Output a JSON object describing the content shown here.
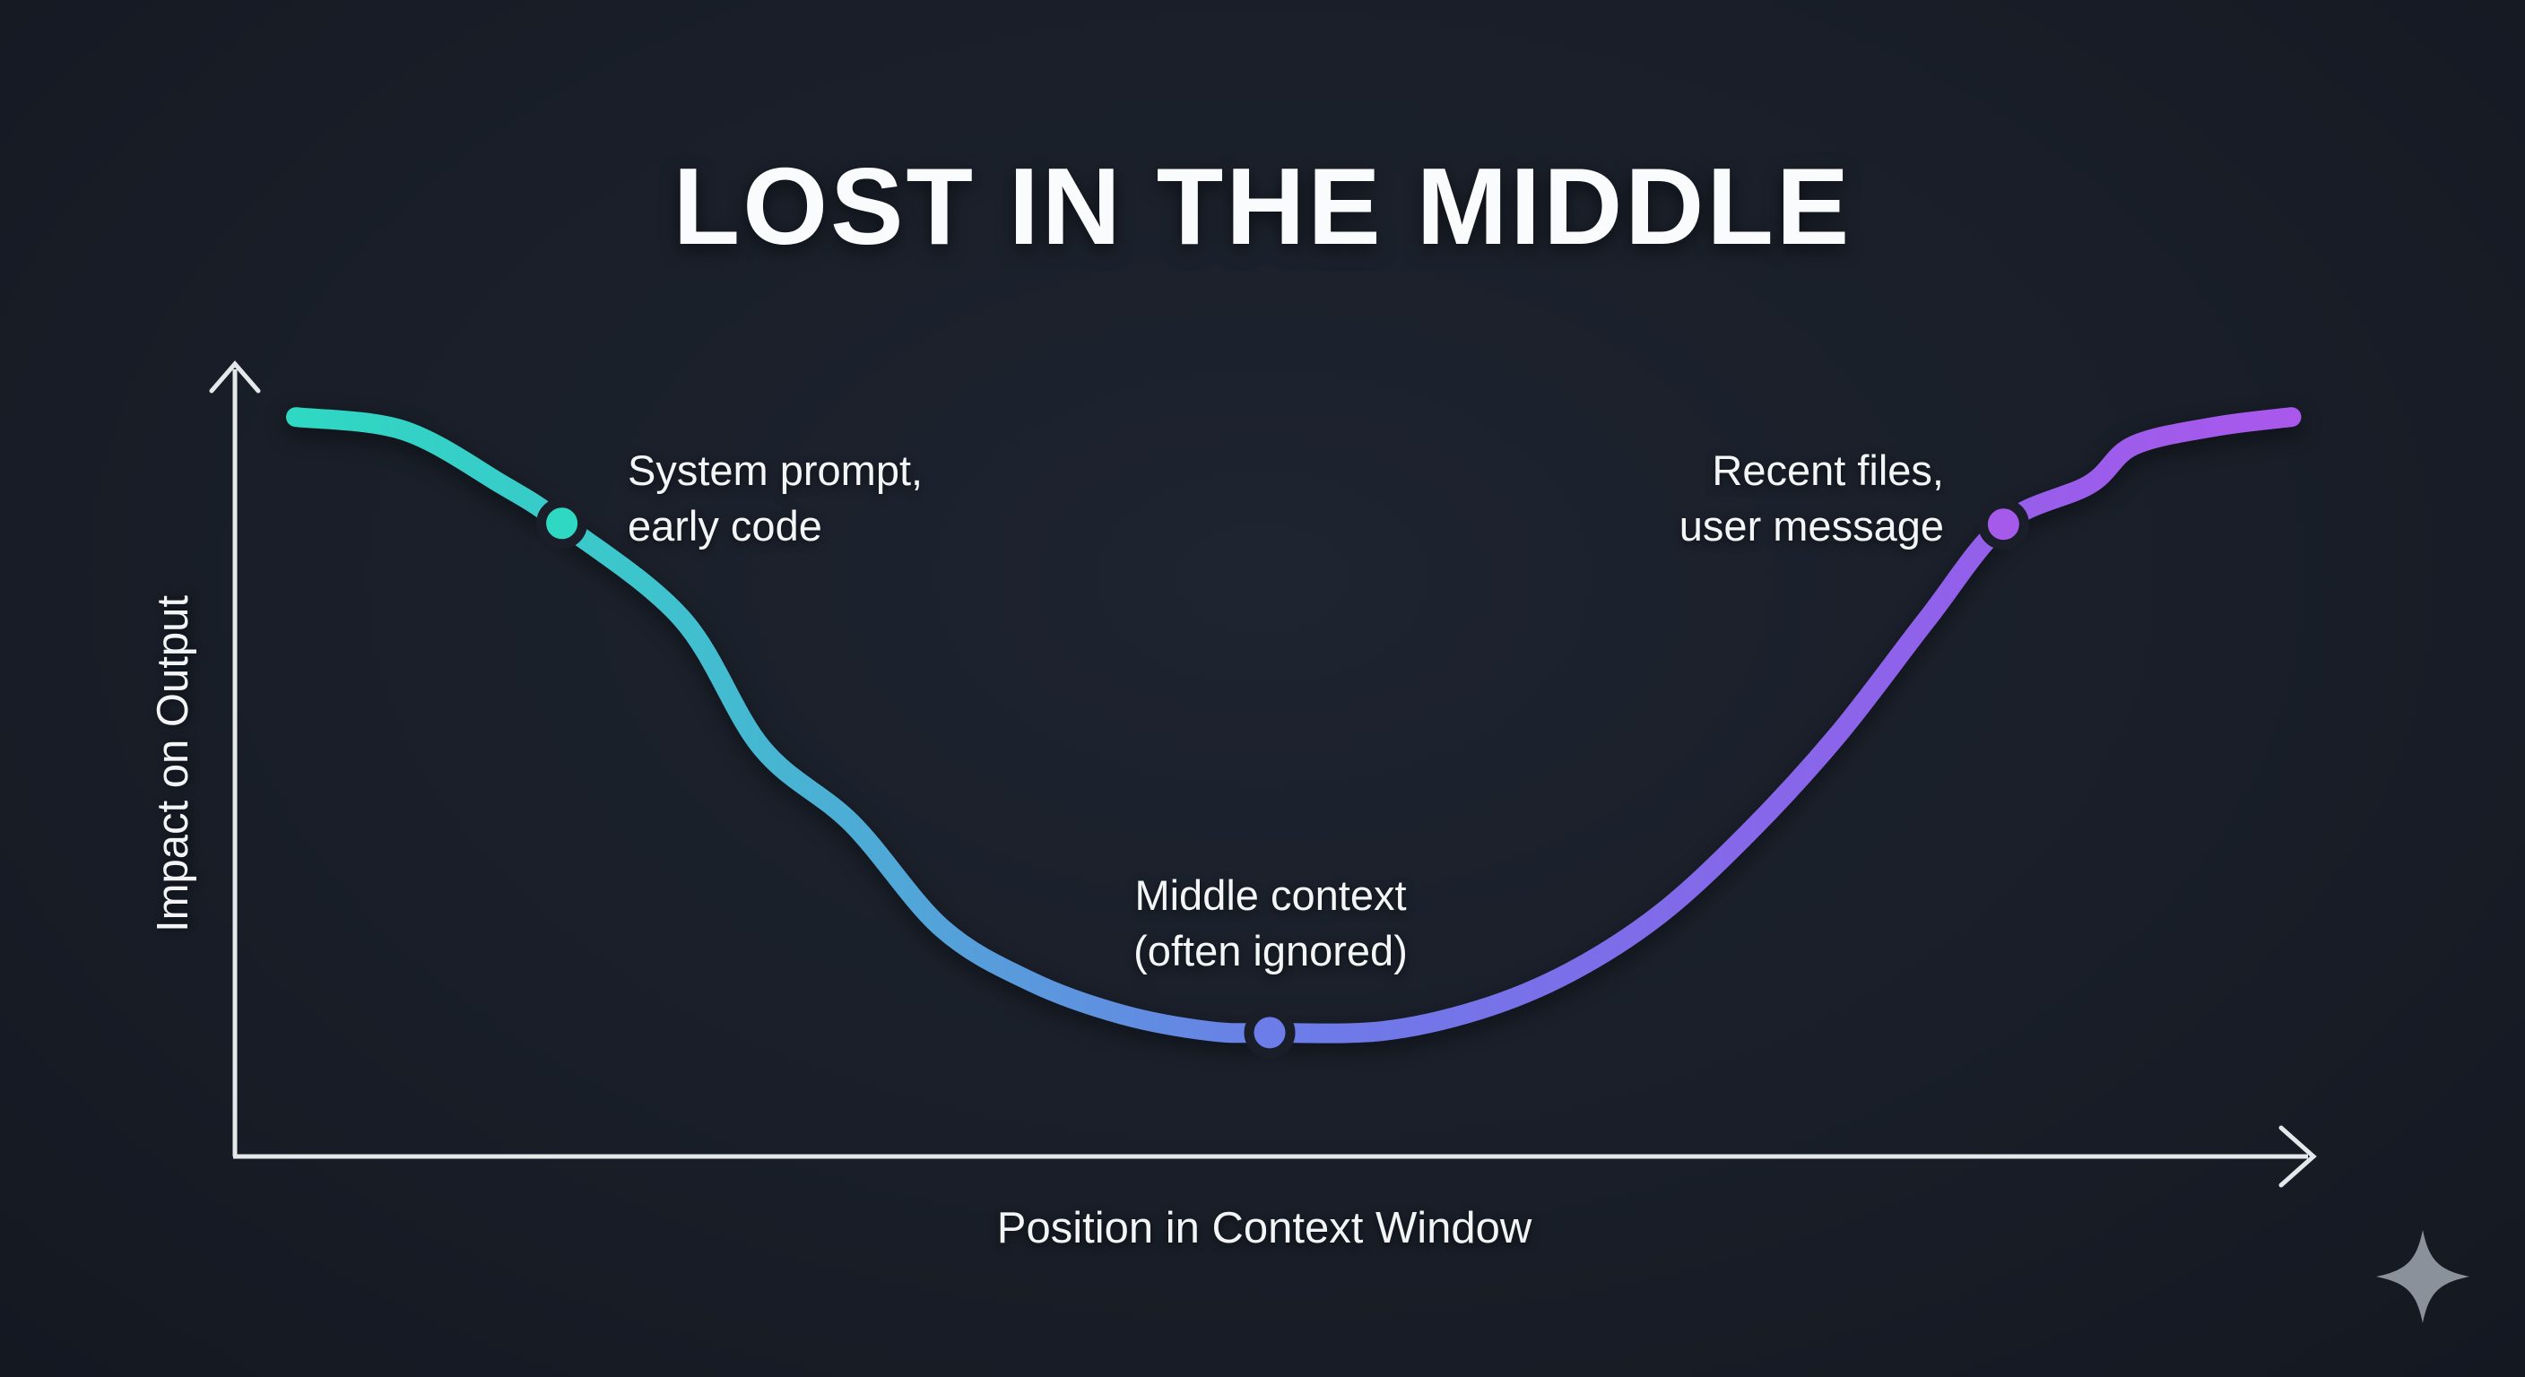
{
  "page": {
    "title": "LOST IN THE MIDDLE"
  },
  "colors": {
    "background": "#191e28",
    "axis": "#e5e8eb",
    "text": "#f3f5f7",
    "teal": "#2fd8c2",
    "blue": "#6c7ce8",
    "purple": "#a55ae9",
    "sparkle": "#8b919b"
  },
  "icons": {
    "bottom_right": "sparkle-icon"
  },
  "chart_data": {
    "type": "line",
    "title": "LOST IN THE MIDDLE",
    "xlabel": "Position in Context Window",
    "ylabel": "Impact on Output",
    "x_range": [
      0,
      1
    ],
    "y_range": [
      0,
      1
    ],
    "grid": false,
    "axes_style": "arrow-axes, no tick labels",
    "legend": "none",
    "curve_gradient": [
      "#2fd8c2",
      "#3cc6cc",
      "#55a0da",
      "#6c7ce8",
      "#7e6ce9",
      "#9260ea",
      "#aa58ec"
    ],
    "points": [
      [
        0.0,
        0.932
      ],
      [
        0.054,
        0.915
      ],
      [
        0.103,
        0.847
      ],
      [
        0.133,
        0.798
      ],
      [
        0.193,
        0.678
      ],
      [
        0.233,
        0.515
      ],
      [
        0.278,
        0.42
      ],
      [
        0.323,
        0.288
      ],
      [
        0.368,
        0.22
      ],
      [
        0.413,
        0.179
      ],
      [
        0.457,
        0.158
      ],
      [
        0.487,
        0.156
      ],
      [
        0.543,
        0.158
      ],
      [
        0.592,
        0.185
      ],
      [
        0.637,
        0.232
      ],
      [
        0.682,
        0.305
      ],
      [
        0.726,
        0.407
      ],
      [
        0.771,
        0.531
      ],
      [
        0.816,
        0.678
      ],
      [
        0.854,
        0.797
      ],
      [
        0.897,
        0.847
      ],
      [
        0.919,
        0.896
      ],
      [
        0.96,
        0.92
      ],
      [
        0.998,
        0.932
      ]
    ],
    "annotations": [
      {
        "label_line1": "System prompt,",
        "label_line2": "early code",
        "point_index": 3,
        "position": [
          0.133,
          0.798
        ],
        "color": "#2fd8c2"
      },
      {
        "label_line1": "Middle context",
        "label_line2": "(often ignored)",
        "point_index": 11,
        "position": [
          0.487,
          0.156
        ],
        "color": "#6c7ce8"
      },
      {
        "label_line1": "Recent files,",
        "label_line2": "user message",
        "point_index": 19,
        "position": [
          0.854,
          0.797
        ],
        "color": "#a55ae9"
      }
    ]
  }
}
